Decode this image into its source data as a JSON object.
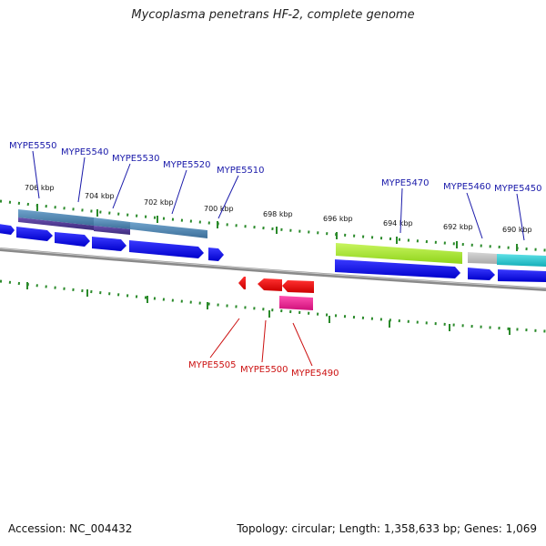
{
  "title": "Mycoplasma penetrans HF-2, complete genome",
  "footer": {
    "accession": "Accession: NC_004432",
    "stats": "Topology: circular; Length: 1,358,633 bp; Genes: 1,069"
  },
  "colors": {
    "backbone": "#8a8a8a",
    "tick": "#2a8a2a",
    "forward_label": "#1a1aaa",
    "reverse_label": "#cc1111",
    "cds_forward": "#1010e0",
    "cds_reverse": "#ee1111"
  },
  "scale_ticks": [
    "706 kbp",
    "704 kbp",
    "702 kbp",
    "700 kbp",
    "698 kbp",
    "696 kbp",
    "694 kbp",
    "692 kbp",
    "690 kbp"
  ],
  "forward_gene_labels": [
    "MYPE5550",
    "MYPE5540",
    "MYPE5530",
    "MYPE5520",
    "MYPE5510",
    "MYPE5470",
    "MYPE5460",
    "MYPE5450"
  ],
  "reverse_gene_labels": [
    "MYPE5505",
    "MYPE5500",
    "MYPE5490"
  ]
}
